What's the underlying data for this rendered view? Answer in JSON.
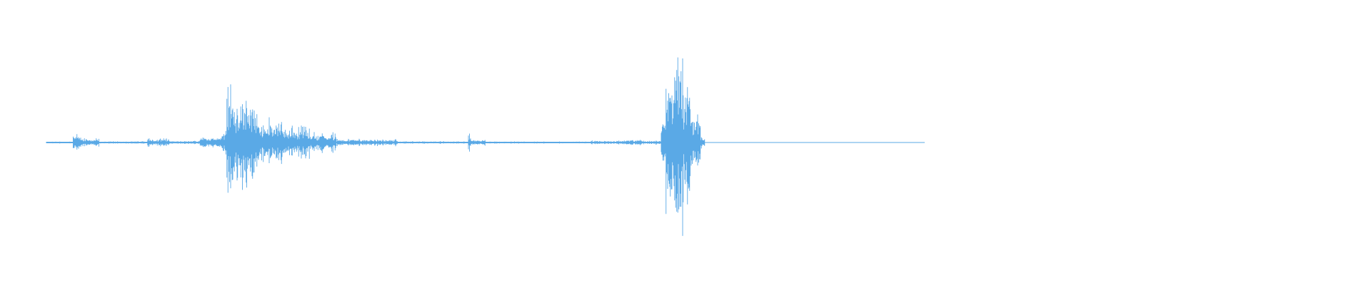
{
  "waveform": {
    "color": "#5aa9e6",
    "background": "#ffffff",
    "segments": [
      {
        "start": 0.0,
        "end": 0.03,
        "amp": 0.01
      },
      {
        "start": 0.03,
        "end": 0.031,
        "amp": 0.22
      },
      {
        "start": 0.031,
        "end": 0.04,
        "amp": 0.08
      },
      {
        "start": 0.04,
        "end": 0.06,
        "amp": 0.04
      },
      {
        "start": 0.06,
        "end": 0.115,
        "amp": 0.012
      },
      {
        "start": 0.115,
        "end": 0.14,
        "amp": 0.04
      },
      {
        "start": 0.14,
        "end": 0.175,
        "amp": 0.018
      },
      {
        "start": 0.175,
        "end": 0.2,
        "amp": 0.06
      },
      {
        "start": 0.2,
        "end": 0.205,
        "amp": 0.12
      },
      {
        "start": 0.205,
        "end": 0.215,
        "amp": 0.6
      },
      {
        "start": 0.215,
        "end": 0.24,
        "amp": 0.45
      },
      {
        "start": 0.24,
        "end": 0.27,
        "amp": 0.24
      },
      {
        "start": 0.27,
        "end": 0.3,
        "amp": 0.16
      },
      {
        "start": 0.3,
        "end": 0.33,
        "amp": 0.1
      },
      {
        "start": 0.33,
        "end": 0.4,
        "amp": 0.035
      },
      {
        "start": 0.4,
        "end": 0.48,
        "amp": 0.012
      },
      {
        "start": 0.48,
        "end": 0.483,
        "amp": 0.09
      },
      {
        "start": 0.483,
        "end": 0.5,
        "amp": 0.03
      },
      {
        "start": 0.5,
        "end": 0.62,
        "amp": 0.01
      },
      {
        "start": 0.62,
        "end": 0.66,
        "amp": 0.02
      },
      {
        "start": 0.66,
        "end": 0.68,
        "amp": 0.03
      },
      {
        "start": 0.68,
        "end": 0.7,
        "amp": 0.02
      },
      {
        "start": 0.7,
        "end": 0.705,
        "amp": 0.28
      },
      {
        "start": 0.705,
        "end": 0.715,
        "amp": 0.7
      },
      {
        "start": 0.715,
        "end": 0.725,
        "amp": 0.92
      },
      {
        "start": 0.725,
        "end": 0.735,
        "amp": 0.6
      },
      {
        "start": 0.735,
        "end": 0.745,
        "amp": 0.3
      },
      {
        "start": 0.745,
        "end": 0.75,
        "amp": 0.06
      }
    ]
  }
}
